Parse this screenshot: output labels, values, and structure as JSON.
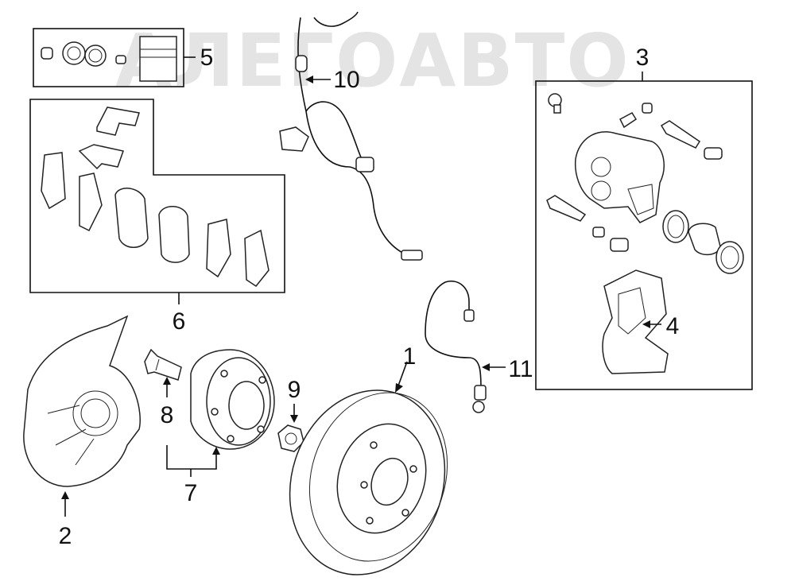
{
  "watermark": "АЛЕГОАВТО",
  "callouts": {
    "c1": "1",
    "c2": "2",
    "c3": "3",
    "c4": "4",
    "c5": "5",
    "c6": "6",
    "c7": "7",
    "c8": "8",
    "c9": "9",
    "c10": "10",
    "c11": "11"
  }
}
